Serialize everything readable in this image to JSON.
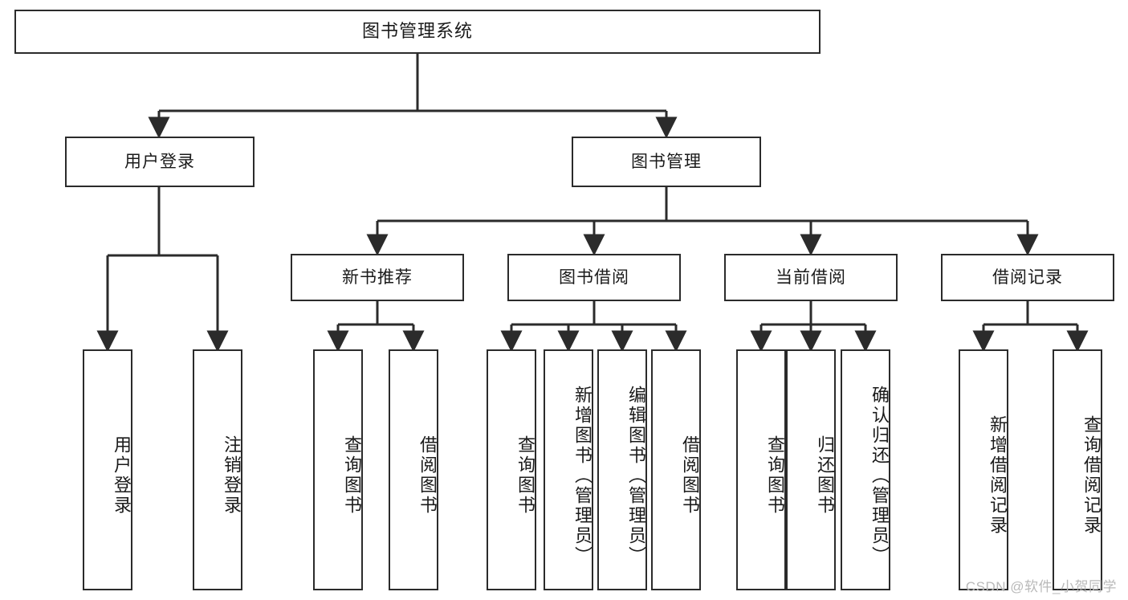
{
  "diagram": {
    "title": "图书管理系统",
    "type": "tree-hierarchy",
    "watermark": "CSDN @软件_小贺同学",
    "colors": {
      "box_border": "#2b2b2b",
      "box_fill": "#ffffff",
      "connector": "#2b2b2b",
      "text": "#1a1a1a",
      "watermark": "#b9b9b9"
    },
    "root": {
      "label": "图书管理系统"
    },
    "level1": [
      {
        "label": "用户登录"
      },
      {
        "label": "图书管理"
      }
    ],
    "level2": [
      {
        "label": "新书推荐"
      },
      {
        "label": "图书借阅"
      },
      {
        "label": "当前借阅"
      },
      {
        "label": "借阅记录"
      }
    ],
    "leaves": {
      "user_login": [
        {
          "label": "用户登录"
        },
        {
          "label": "注销登录"
        }
      ],
      "new_book_recommend": [
        {
          "label": "查询图书"
        },
        {
          "label": "借阅图书"
        }
      ],
      "book_borrow": [
        {
          "label": "查询图书"
        },
        {
          "label": "新增图书（管理员）"
        },
        {
          "label": "编辑图书（管理员）"
        },
        {
          "label": "借阅图书"
        }
      ],
      "current_borrow": [
        {
          "label": "查询图书"
        },
        {
          "label": "归还图书"
        },
        {
          "label": "确认归还（管理员）"
        }
      ],
      "borrow_record": [
        {
          "label": "新增借阅记录"
        },
        {
          "label": "查询借阅记录"
        }
      ]
    }
  }
}
